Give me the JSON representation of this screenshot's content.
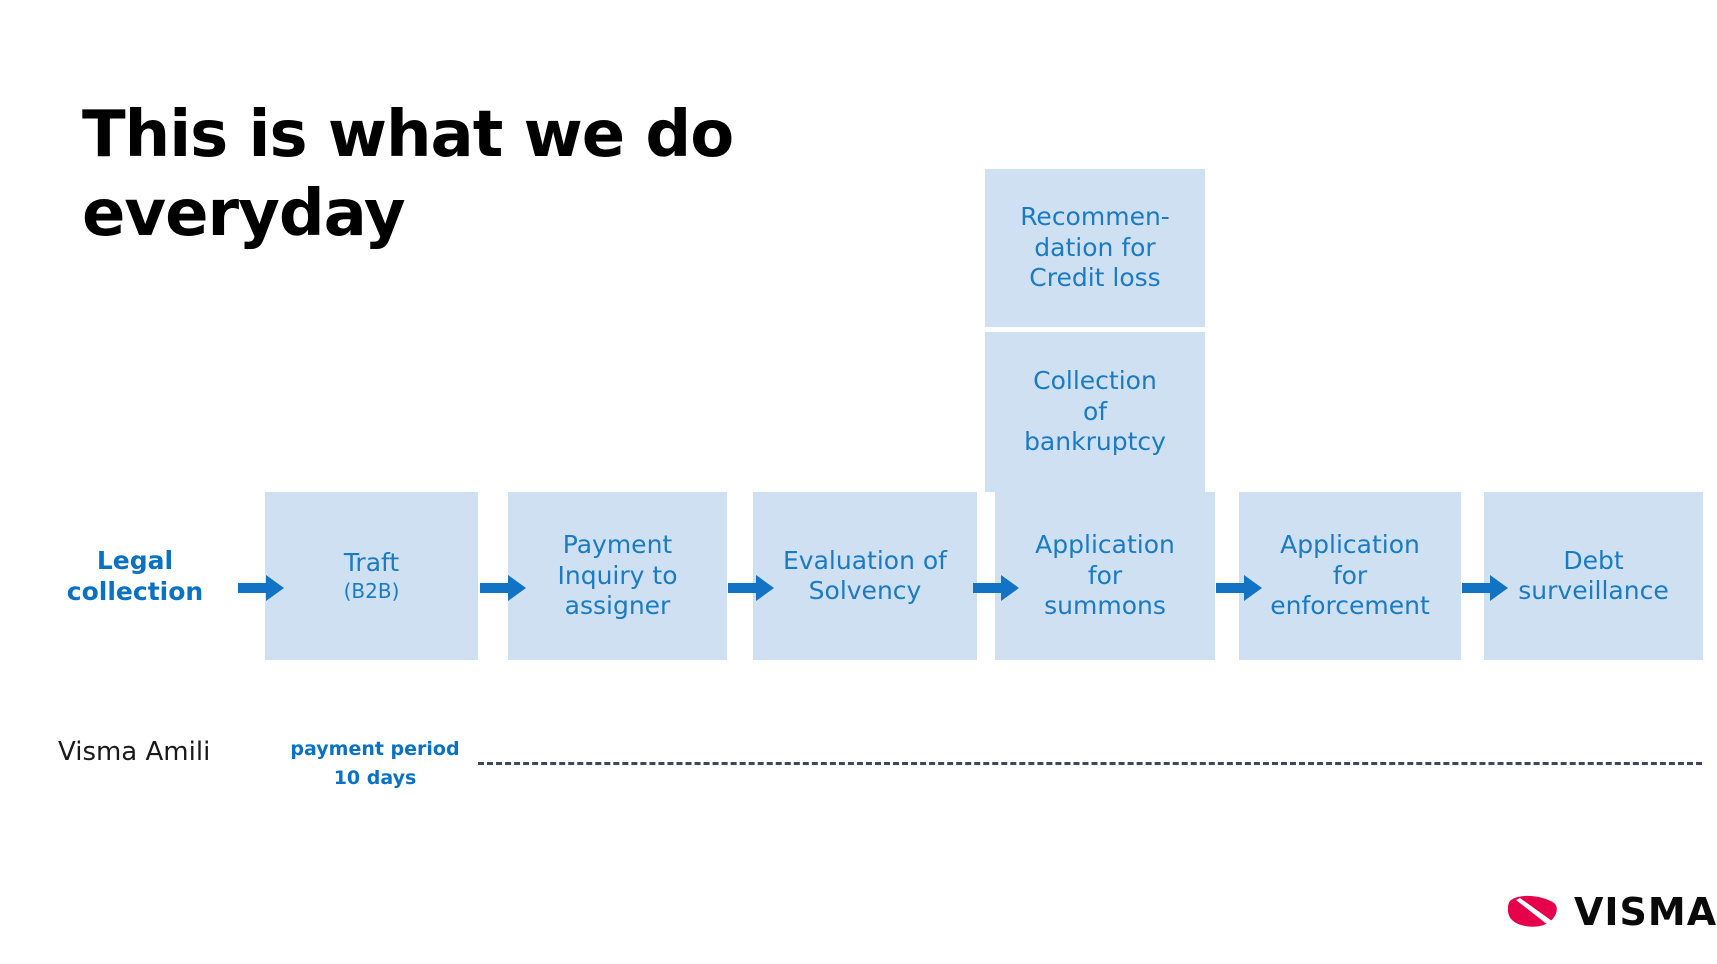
{
  "slide": {
    "title": "This is what we do\neveryday",
    "background_color": "#ffffff"
  },
  "colors": {
    "box_fill": "#cfe0f2",
    "box_text": "#1a7bc4",
    "arrow": "#1273c5",
    "accent_blue": "#0a72c4",
    "dashed_line": "#3d4859",
    "title_text": "#000000",
    "logo_red": "#e6004c"
  },
  "lane": {
    "label": "Legal\ncollection"
  },
  "stacked_boxes": [
    {
      "label": "Recommen-\ndation for\nCredit loss"
    },
    {
      "label": "Collection\nof\nbankruptcy"
    }
  ],
  "process_boxes": [
    {
      "label": "Traft",
      "sub": "(B2B)"
    },
    {
      "label": "Payment\nInquiry to\nassigner",
      "sub": ""
    },
    {
      "label": "Evaluation of\nSolvency",
      "sub": ""
    },
    {
      "label": "Application\nfor\nsummons",
      "sub": ""
    },
    {
      "label": "Application\nfor\nenforcement",
      "sub": ""
    },
    {
      "label": "Debt\nsurveillance",
      "sub": ""
    }
  ],
  "arrows": [
    {
      "name": "arrow-to-traft"
    },
    {
      "name": "arrow-to-payment-inquiry"
    },
    {
      "name": "arrow-to-evaluation"
    },
    {
      "name": "arrow-to-summons"
    },
    {
      "name": "arrow-to-enforcement"
    },
    {
      "name": "arrow-to-debt-surveillance"
    }
  ],
  "footer": {
    "product": "Visma Amili",
    "payment_period": "payment period\n10 days"
  },
  "logo": {
    "text": "VISMA",
    "mark": "visma-swoosh-icon"
  }
}
